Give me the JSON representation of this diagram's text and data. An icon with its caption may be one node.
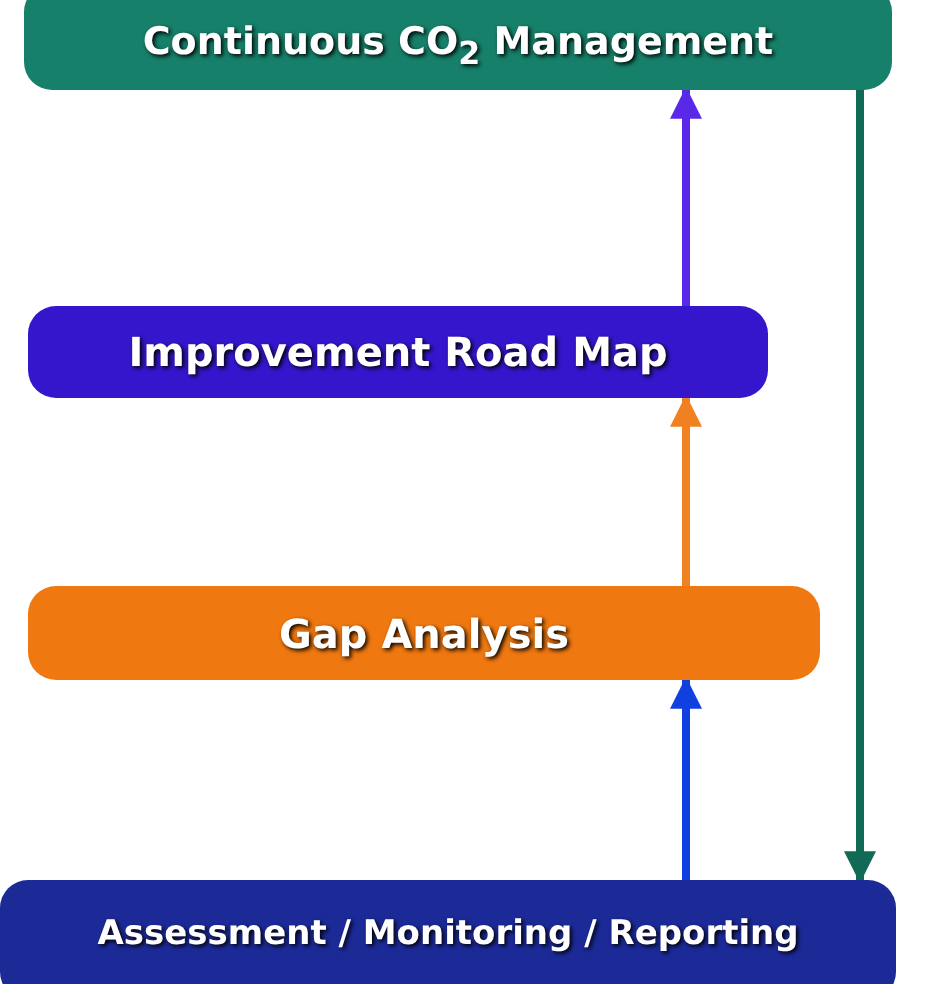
{
  "diagram": {
    "nodes": [
      {
        "text": [
          "Continuous CO$_{2}$ Management"
        ]
      },
      {
        "text": [
          "Improvement Road Map"
        ]
      },
      {
        "text": [
          "Gap Analysis"
        ]
      },
      {
        "text": [
          "Assessment / Monitoring / Reporting"
        ]
      }
    ],
    "edges": [
      {
        "from": 3,
        "to": 2,
        "arrow": "to",
        "color": "#1040e0"
      },
      {
        "from": 2,
        "to": 1,
        "arrow": "to",
        "color": "#f08020"
      },
      {
        "from": 1,
        "to": 0,
        "arrow": "to",
        "color": "#5a28e8"
      },
      {
        "from": 0,
        "to": 3,
        "arrow": "to",
        "color": "#106a56"
      }
    ]
  }
}
